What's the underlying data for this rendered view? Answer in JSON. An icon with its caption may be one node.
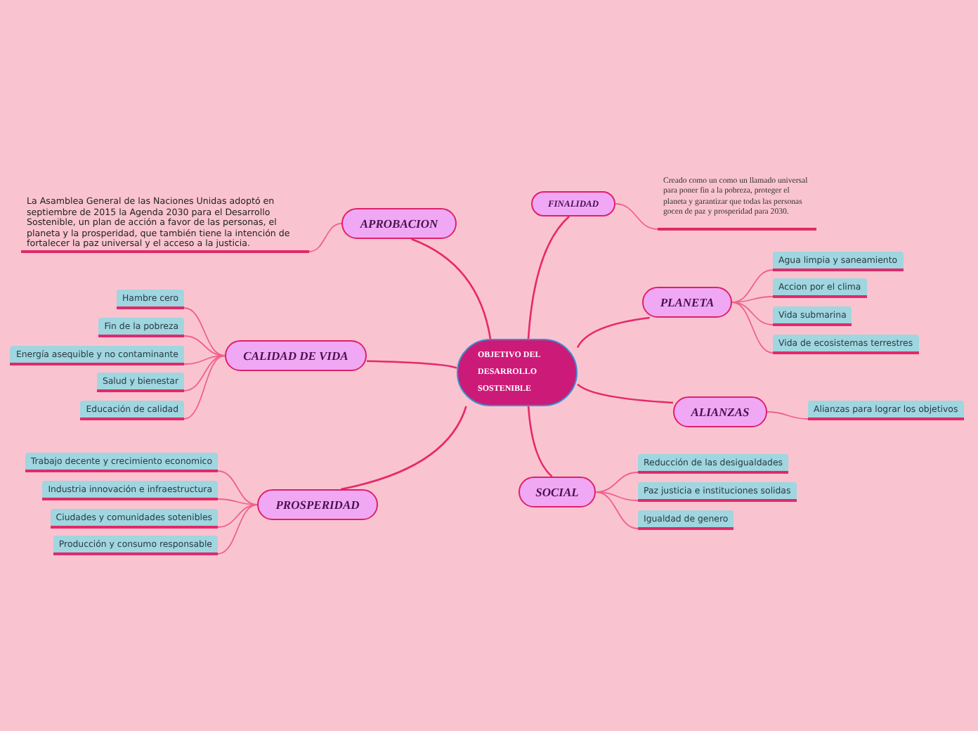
{
  "diagram": {
    "nodes": [
      {
        "text": [
          "OBJETIVO DEL DESARROLLO SOSTENIBLE"
        ]
      },
      {
        "text": [
          "APROBACION"
        ]
      },
      {
        "text": [
          "La Asamblea General de las Naciones Unidas adoptó en septiembre de 2015 la Agenda 2030 para el Desarrollo Sostenible, un plan de acción a favor de las personas, el planeta y la prosperidad, que también tiene la intención de fortalecer la paz universal y el acceso a la justicia."
        ]
      },
      {
        "text": [
          "FINALIDAD"
        ]
      },
      {
        "text": [
          "Creado como un como un llamado universal para poner fin a la pobreza, proteger el planeta y garantizar que todas las personas gocen de paz y prosperidad para 2030."
        ]
      },
      {
        "text": [
          "CALIDAD DE VIDA"
        ]
      },
      {
        "text": [
          "Hambre cero"
        ]
      },
      {
        "text": [
          "Fin de la pobreza"
        ]
      },
      {
        "text": [
          "Energía asequible y no contaminante"
        ]
      },
      {
        "text": [
          "Salud y bienestar"
        ]
      },
      {
        "text": [
          "Educación de calidad"
        ]
      },
      {
        "text": [
          "PLANETA"
        ]
      },
      {
        "text": [
          "Agua limpia y saneamiento"
        ]
      },
      {
        "text": [
          "Accion por el clima"
        ]
      },
      {
        "text": [
          "Vida submarina"
        ]
      },
      {
        "text": [
          "Vida de ecosistemas terrestres"
        ]
      },
      {
        "text": [
          "ALIANZAS"
        ]
      },
      {
        "text": [
          "Alianzas para lograr los objetivos"
        ]
      },
      {
        "text": [
          "PROSPERIDAD"
        ]
      },
      {
        "text": [
          "Trabajo decente y crecimiento economico"
        ]
      },
      {
        "text": [
          "Industria innovación e infraestructura"
        ]
      },
      {
        "text": [
          "Ciudades y comunidades sotenibles"
        ]
      },
      {
        "text": [
          "Producción y consumo responsable"
        ]
      },
      {
        "text": [
          "SOCIAL"
        ]
      },
      {
        "text": [
          "Reducción de las desigualdades"
        ]
      },
      {
        "text": [
          "Paz justicia e instituciones solidas"
        ]
      },
      {
        "text": [
          "Igualdad de genero"
        ]
      }
    ],
    "edges": [
      {
        "from": 0,
        "to": 1,
        "arrow": "none"
      },
      {
        "from": 1,
        "to": 2,
        "arrow": "none"
      },
      {
        "from": 0,
        "to": 3,
        "arrow": "none"
      },
      {
        "from": 3,
        "to": 4,
        "arrow": "none"
      },
      {
        "from": 0,
        "to": 5,
        "arrow": "none"
      },
      {
        "from": 5,
        "to": 6,
        "arrow": "none"
      },
      {
        "from": 5,
        "to": 7,
        "arrow": "none"
      },
      {
        "from": 5,
        "to": 8,
        "arrow": "none"
      },
      {
        "from": 5,
        "to": 9,
        "arrow": "none"
      },
      {
        "from": 5,
        "to": 10,
        "arrow": "none"
      },
      {
        "from": 0,
        "to": 11,
        "arrow": "none"
      },
      {
        "from": 11,
        "to": 12,
        "arrow": "none"
      },
      {
        "from": 11,
        "to": 13,
        "arrow": "none"
      },
      {
        "from": 11,
        "to": 14,
        "arrow": "none"
      },
      {
        "from": 11,
        "to": 15,
        "arrow": "none"
      },
      {
        "from": 0,
        "to": 16,
        "arrow": "none"
      },
      {
        "from": 16,
        "to": 17,
        "arrow": "none"
      },
      {
        "from": 0,
        "to": 18,
        "arrow": "none"
      },
      {
        "from": 18,
        "to": 19,
        "arrow": "none"
      },
      {
        "from": 18,
        "to": 20,
        "arrow": "none"
      },
      {
        "from": 18,
        "to": 21,
        "arrow": "none"
      },
      {
        "from": 18,
        "to": 22,
        "arrow": "none"
      },
      {
        "from": 0,
        "to": 23,
        "arrow": "none"
      },
      {
        "from": 23,
        "to": 24,
        "arrow": "none"
      },
      {
        "from": 23,
        "to": 25,
        "arrow": "none"
      },
      {
        "from": 23,
        "to": 26,
        "arrow": "none"
      }
    ]
  }
}
